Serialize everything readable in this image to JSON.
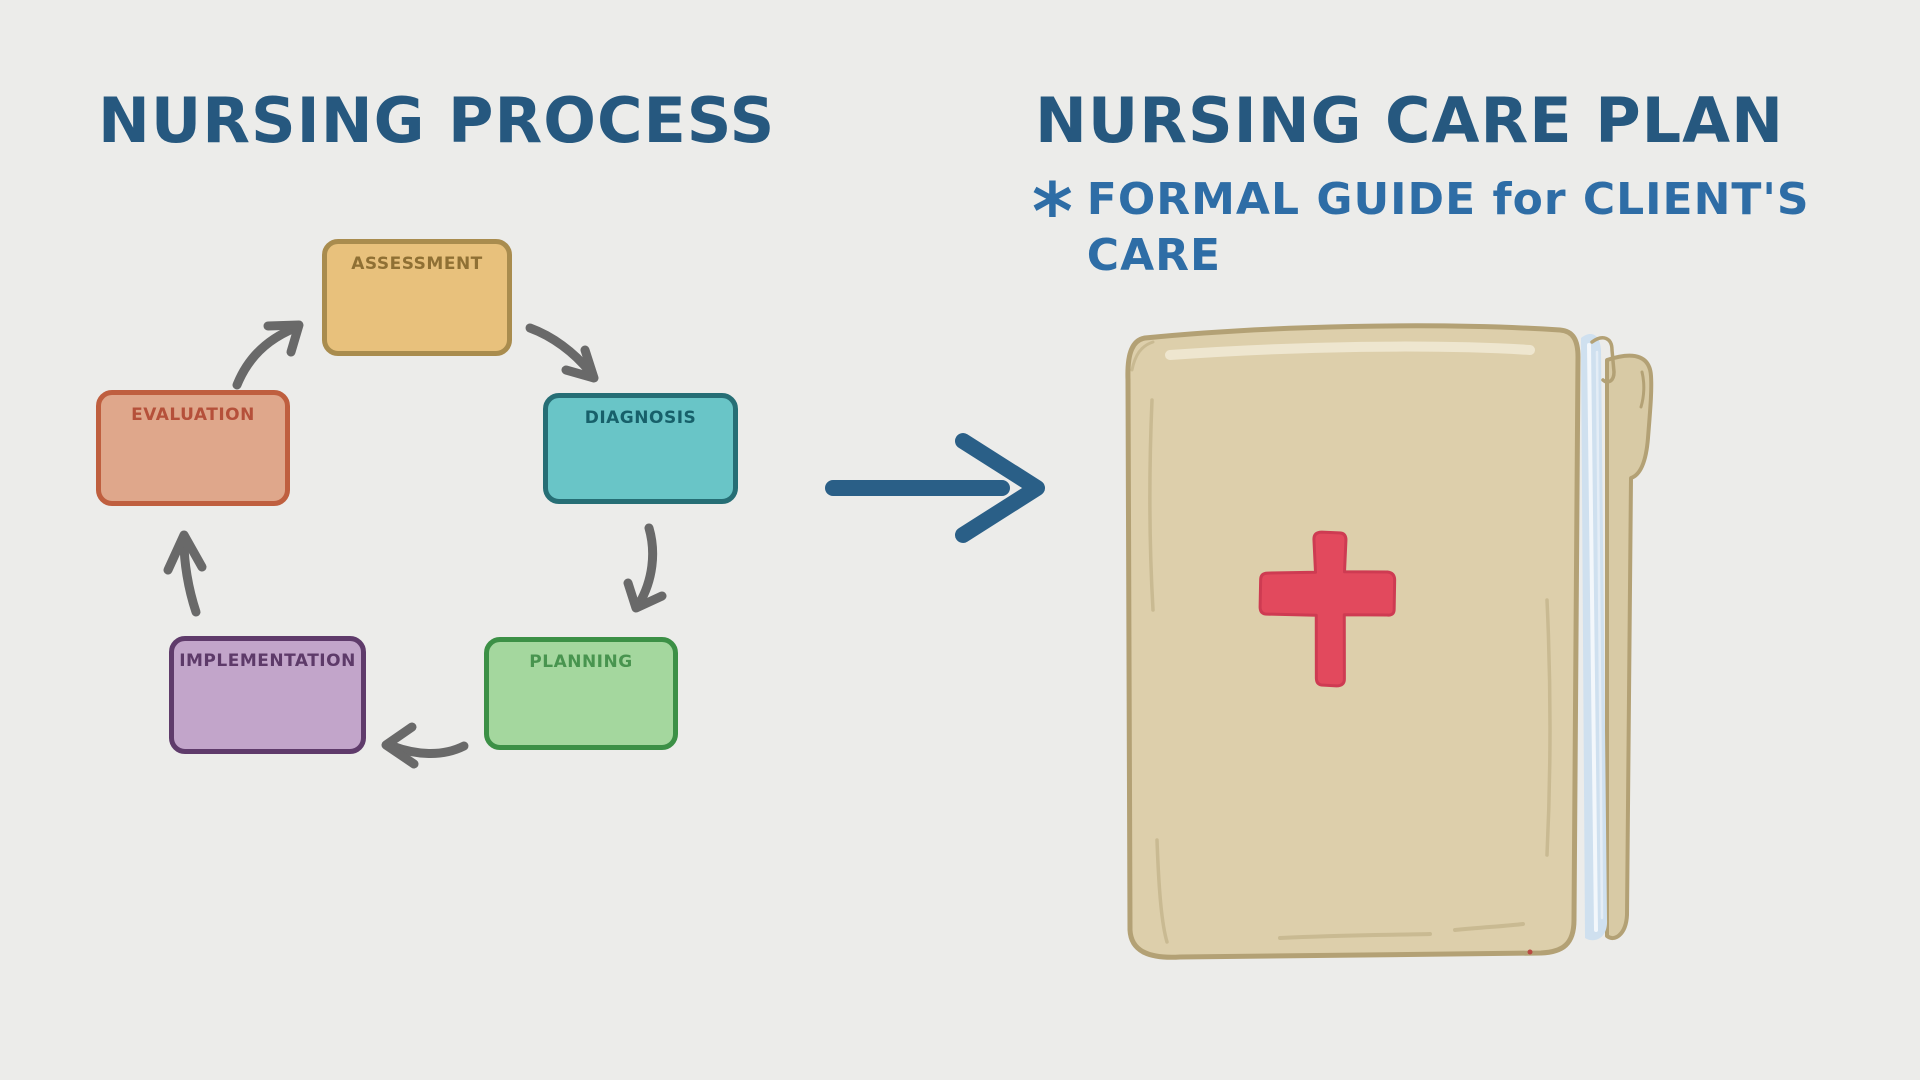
{
  "background_color": "#ececea",
  "left_panel": {
    "title": "NURSING PROCESS",
    "title_color": "#26587f",
    "cycle": {
      "arrow_color": "#696969",
      "nodes": [
        {
          "id": "assessment",
          "label": "ASSESSMENT",
          "fill": "#e8c17c",
          "border": "#a98c4e",
          "text_color": "#8f7034"
        },
        {
          "id": "diagnosis",
          "label": "DIAGNOSIS",
          "fill": "#69c5c7",
          "border": "#266e75",
          "text_color": "#17606a"
        },
        {
          "id": "planning",
          "label": "PLANNING",
          "fill": "#a4d79e",
          "border": "#3c9046",
          "text_color": "#48944f"
        },
        {
          "id": "implementation",
          "label": "IMPLEMENTATION",
          "fill": "#c2a5ca",
          "border": "#5f3b6b",
          "text_color": "#5d3a69"
        },
        {
          "id": "evaluation",
          "label": "EVALUATION",
          "fill": "#dfa78b",
          "border": "#bf5f3f",
          "text_color": "#b5503a"
        }
      ],
      "edges": [
        {
          "from": "ASSESSMENT",
          "to": "DIAGNOSIS"
        },
        {
          "from": "DIAGNOSIS",
          "to": "PLANNING"
        },
        {
          "from": "PLANNING",
          "to": "IMPLEMENTATION"
        },
        {
          "from": "IMPLEMENTATION",
          "to": "EVALUATION"
        },
        {
          "from": "EVALUATION",
          "to": "ASSESSMENT"
        }
      ]
    }
  },
  "connector": {
    "description": "arrow from nursing process cycle to nursing care plan book",
    "color": "#2a5f87"
  },
  "right_panel": {
    "title": "NURSING CARE PLAN",
    "title_color": "#26587f",
    "bullet": {
      "marker": "*",
      "color": "#2e6da6",
      "text": "FORMAL GUIDE for CLIENT'S CARE",
      "lines": [
        "FORMAL GUIDE for CLIENT'S",
        "CARE"
      ]
    },
    "book_illustration": {
      "meaning": "nursing care plan booklet with red medical cross",
      "cover_color": "#ddcfab",
      "outline_color": "#b3a175",
      "crease_color": "#c9ba92",
      "highlight_color": "#eee6cf",
      "pages_color": "#cfe0ef",
      "cross_color": "#e2495d"
    }
  }
}
